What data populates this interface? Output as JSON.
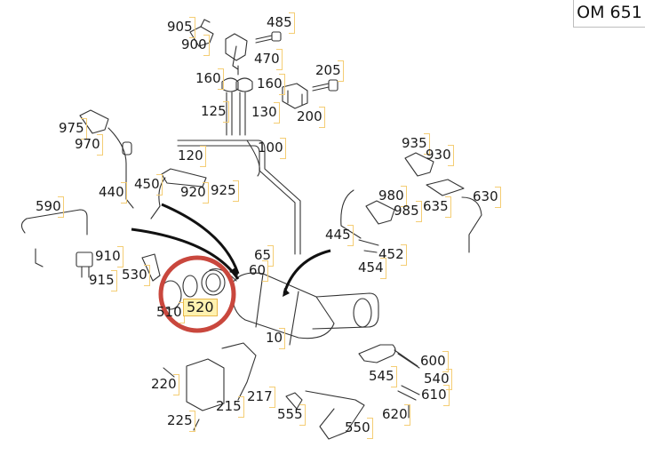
{
  "engine_code": "OM 651",
  "highlighted_part": "520",
  "parts": [
    {
      "id": "p905",
      "label": "905"
    },
    {
      "id": "p900",
      "label": "900"
    },
    {
      "id": "p485",
      "label": "485"
    },
    {
      "id": "p470",
      "label": "470"
    },
    {
      "id": "p160a",
      "label": "160"
    },
    {
      "id": "p160b",
      "label": "160"
    },
    {
      "id": "p205",
      "label": "205"
    },
    {
      "id": "p125",
      "label": "125"
    },
    {
      "id": "p130",
      "label": "130"
    },
    {
      "id": "p200",
      "label": "200"
    },
    {
      "id": "p975",
      "label": "975"
    },
    {
      "id": "p970",
      "label": "970"
    },
    {
      "id": "p100",
      "label": "100"
    },
    {
      "id": "p120",
      "label": "120"
    },
    {
      "id": "p935",
      "label": "935"
    },
    {
      "id": "p930",
      "label": "930"
    },
    {
      "id": "p440",
      "label": "440"
    },
    {
      "id": "p450",
      "label": "450"
    },
    {
      "id": "p920",
      "label": "920"
    },
    {
      "id": "p925",
      "label": "925"
    },
    {
      "id": "p980",
      "label": "980"
    },
    {
      "id": "p630",
      "label": "630"
    },
    {
      "id": "p635",
      "label": "635"
    },
    {
      "id": "p985",
      "label": "985"
    },
    {
      "id": "p590",
      "label": "590"
    },
    {
      "id": "p445",
      "label": "445"
    },
    {
      "id": "p452",
      "label": "452"
    },
    {
      "id": "p454",
      "label": "454"
    },
    {
      "id": "p65",
      "label": "65"
    },
    {
      "id": "p910",
      "label": "910"
    },
    {
      "id": "p60",
      "label": "60"
    },
    {
      "id": "p530",
      "label": "530"
    },
    {
      "id": "p915",
      "label": "915"
    },
    {
      "id": "p510",
      "label": "510"
    },
    {
      "id": "p10",
      "label": "10"
    },
    {
      "id": "p600",
      "label": "600"
    },
    {
      "id": "p545",
      "label": "545"
    },
    {
      "id": "p540",
      "label": "540"
    },
    {
      "id": "p220",
      "label": "220"
    },
    {
      "id": "p610",
      "label": "610"
    },
    {
      "id": "p217",
      "label": "217"
    },
    {
      "id": "p215",
      "label": "215"
    },
    {
      "id": "p555",
      "label": "555"
    },
    {
      "id": "p620",
      "label": "620"
    },
    {
      "id": "p225",
      "label": "225"
    },
    {
      "id": "p550",
      "label": "550"
    }
  ],
  "colors": {
    "frame": "#f4cd74",
    "highlight_fill": "#fff2b0",
    "highlight_ring": "#c9473d",
    "line": "#333333"
  }
}
